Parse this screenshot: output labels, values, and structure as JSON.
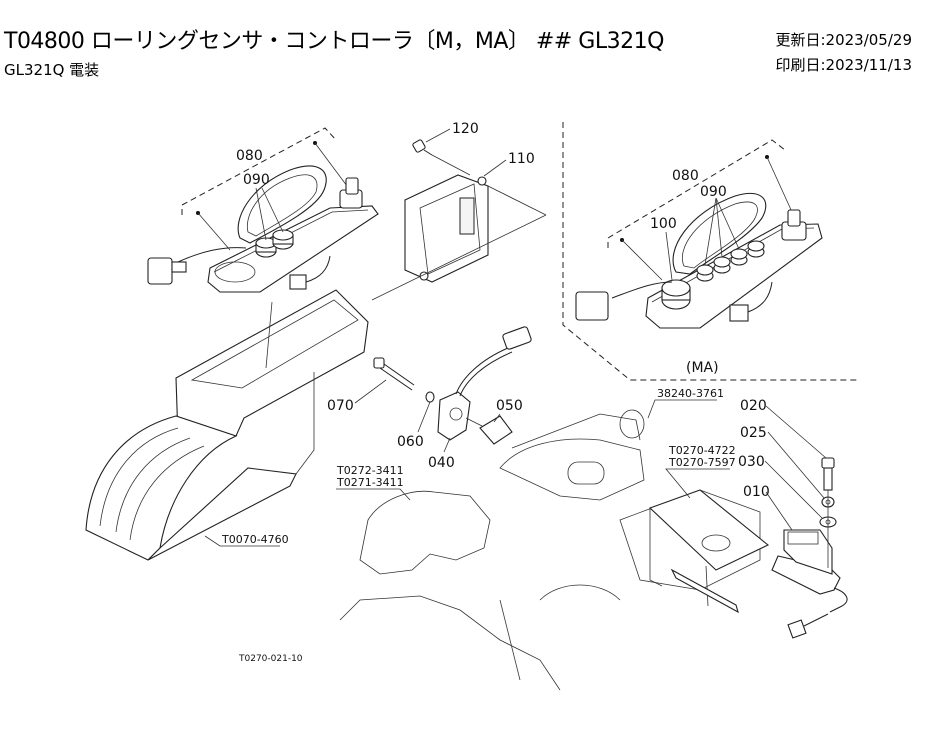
{
  "header": {
    "title": "T04800 ローリングセンサ・コントローラ〔M，MA〕 ## GL321Q",
    "subtitle": "GL321Q 電装",
    "updated_label": "更新日:",
    "updated_date": "2023/05/29",
    "printed_label": "印刷日:",
    "printed_date": "2023/11/13"
  },
  "diagram": {
    "callouts": {
      "p010": "010",
      "p020": "020",
      "p025": "025",
      "p030": "030",
      "p040": "040",
      "p050": "050",
      "p060": "060",
      "p070": "070",
      "p080_left": "080",
      "p090_left": "090",
      "p080_right": "080",
      "p090_right": "090",
      "p100": "100",
      "p110": "110",
      "p120": "120"
    },
    "variant_label": "(MA)",
    "references": {
      "ref_38240": "38240-3761",
      "ref_t0270_4722": "T0270-4722",
      "ref_t0270_7597": "T0270-7597",
      "ref_t0272_3411": "T0272-3411",
      "ref_t0271_3411": "T0271-3411",
      "ref_t0070_4760": "T0070-4760"
    },
    "figure_id": "T0270-021-10"
  }
}
